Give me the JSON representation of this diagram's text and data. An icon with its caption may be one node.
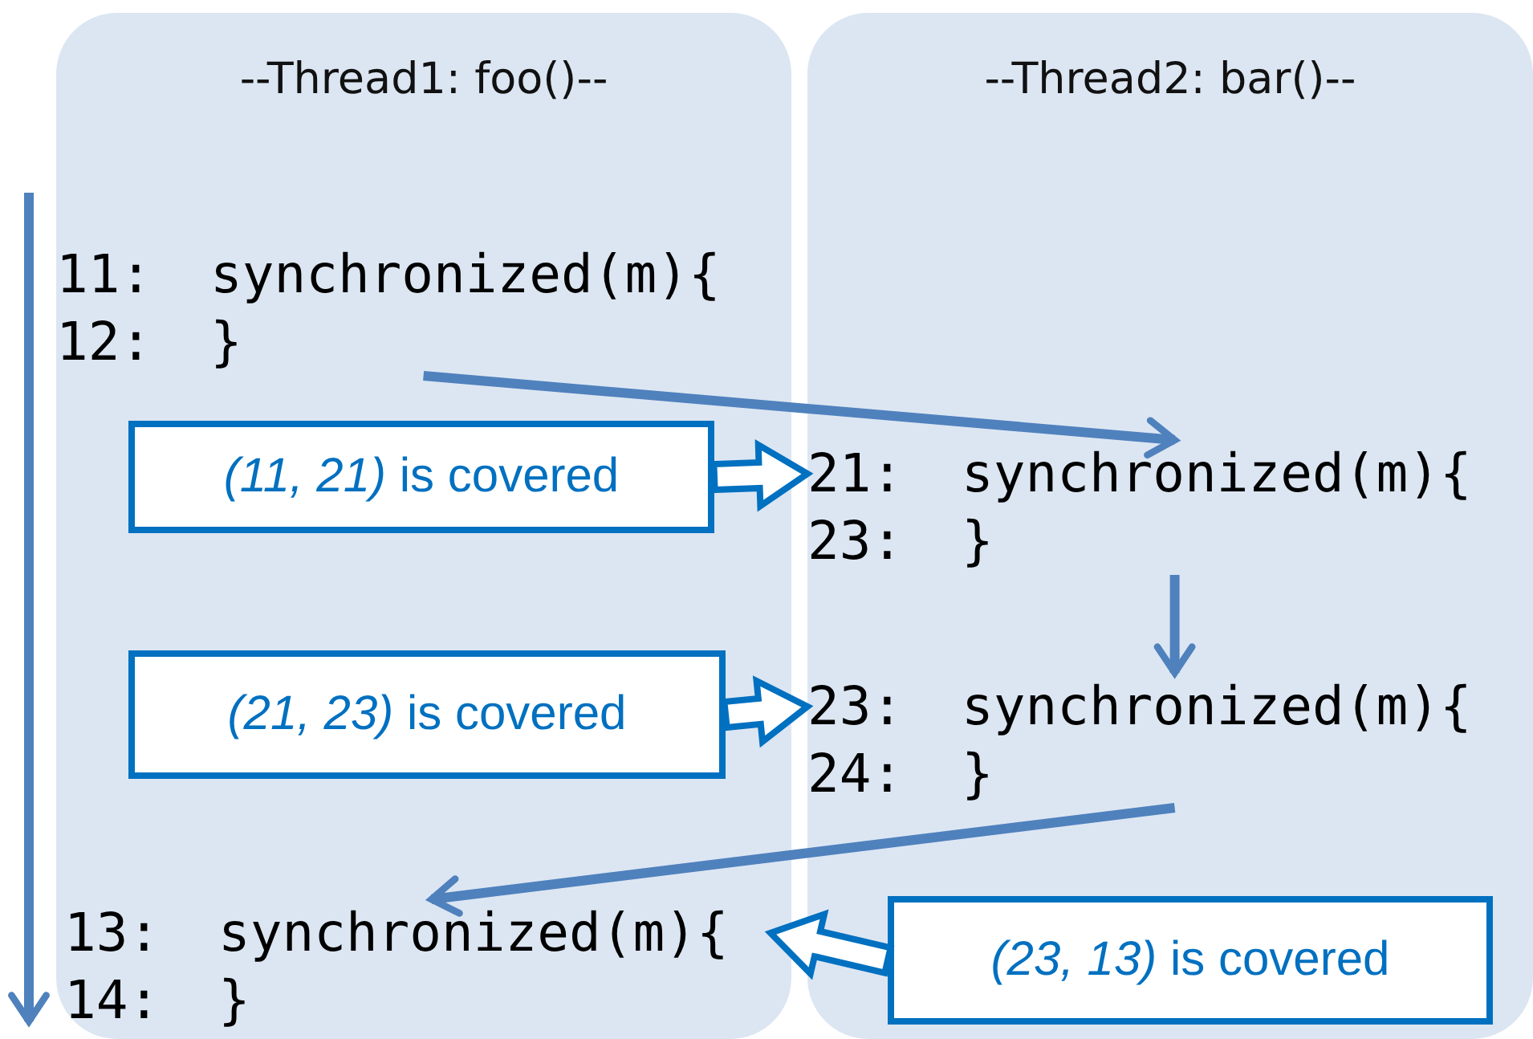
{
  "diagram": {
    "nodes": [
      {
        "text": [
          "--Thread1: foo()--"
        ]
      },
      {
        "text": [
          "--Thread2: bar()--"
        ]
      },
      {
        "text": [
          "11: synchronized(m){",
          "12: }"
        ],
        "in": 0
      },
      {
        "text": [
          "21: synchronized(m){",
          "23: }"
        ],
        "in": 1
      },
      {
        "text": [
          "23: synchronized(m){",
          "24: }"
        ],
        "in": 1
      },
      {
        "text": [
          "13: synchronized(m){",
          "14: }"
        ],
        "in": 0
      },
      {
        "text": [
          "*(11, 21)* is covered"
        ],
        "in": 0
      },
      {
        "text": [
          "*(21, 23)* is covered"
        ],
        "in": 0
      },
      {
        "text": [
          "*(23, 13)* is covered"
        ],
        "in": 1
      }
    ],
    "edges": [
      {
        "from": 2,
        "to": 3,
        "arrow": "to",
        "color": "#4f81bd"
      },
      {
        "from": 3,
        "to": 4,
        "arrow": "to",
        "color": "#4f81bd"
      },
      {
        "from": 4,
        "to": 5,
        "arrow": "to",
        "color": "#4f81bd"
      },
      {
        "from": 6,
        "to": 3,
        "arrow": "to",
        "style": "thick",
        "color": "#0070c0"
      },
      {
        "from": 7,
        "to": 4,
        "arrow": "to",
        "style": "thick",
        "color": "#0070c0"
      },
      {
        "from": 8,
        "to": 5,
        "arrow": "to",
        "style": "thick",
        "color": "#0070c0"
      }
    ]
  }
}
